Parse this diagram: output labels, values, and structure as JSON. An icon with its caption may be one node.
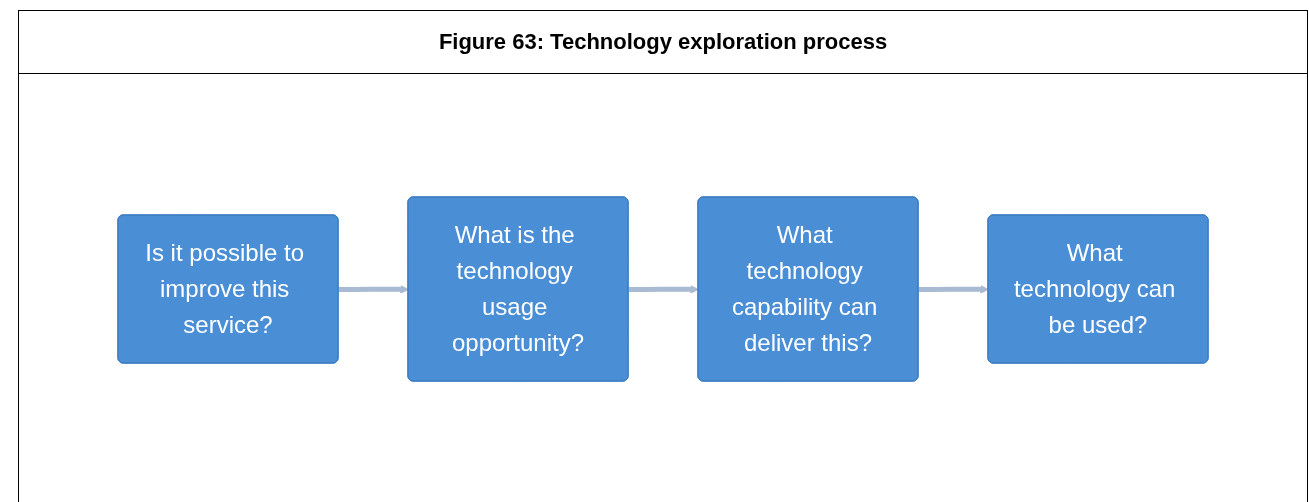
{
  "diagram": {
    "title": "Figure 63: Technology exploration process",
    "nodes": [
      {
        "text": [
          "Is it possible to improve this service?"
        ]
      },
      {
        "text": [
          "What is the technology usage opportunity?"
        ]
      },
      {
        "text": [
          "What technology capability can deliver this?"
        ]
      },
      {
        "text": [
          "What technology can be used?"
        ]
      }
    ],
    "edges": [
      {
        "from": 0,
        "to": 1,
        "arrow": "to"
      },
      {
        "from": 1,
        "to": 2,
        "arrow": "to"
      },
      {
        "from": 2,
        "to": 3,
        "arrow": "to"
      }
    ]
  }
}
